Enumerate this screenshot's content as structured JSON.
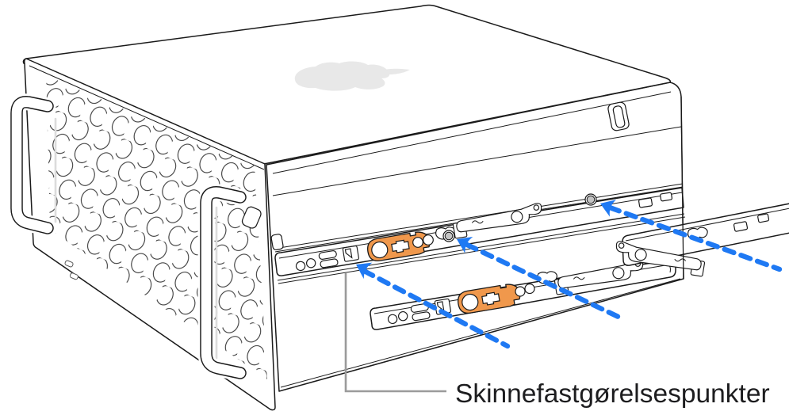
{
  "figure": {
    "kind": "technical-illustration",
    "callout_label": "Skinnefastgørelsespunkter",
    "attachment_arrows": 3
  },
  "colors": {
    "outline": "#1a1a1a",
    "arrow_blue": "#1f79f3",
    "highlight_orange": "#f0984c",
    "knob_gray": "#c4c4c4",
    "callout_gray": "#9b9b9b",
    "logo_gray": "#e8e8e8",
    "label_text": "#1d1d1f",
    "background": "#ffffff"
  }
}
